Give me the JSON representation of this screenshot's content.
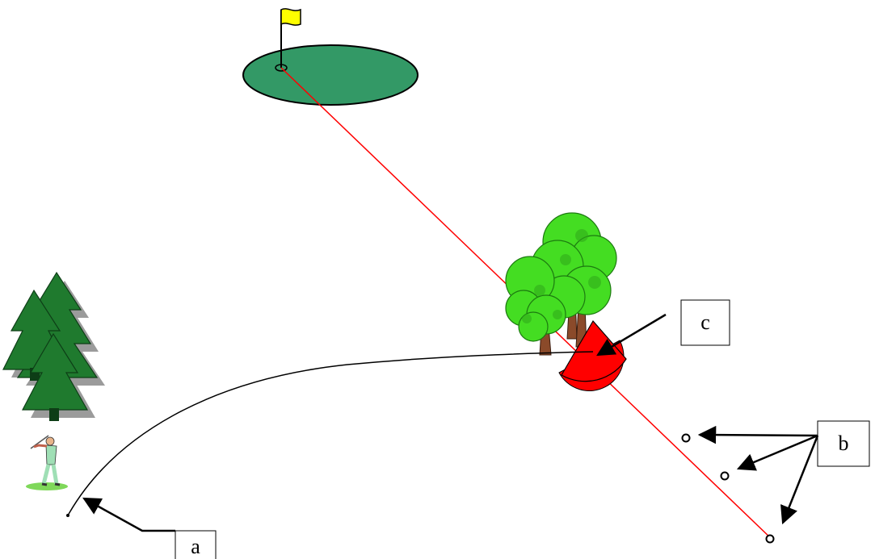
{
  "labels": {
    "a": "a",
    "b": "b",
    "c": "c"
  },
  "colors": {
    "green_fill": "#339966",
    "aim_line": "#ff0000",
    "sector_fill": "#ff0000",
    "flag": "#ffff00",
    "pine": "#1f7a2e",
    "oak_leaves": "#44dd22",
    "trunk": "#8b4a2a"
  }
}
